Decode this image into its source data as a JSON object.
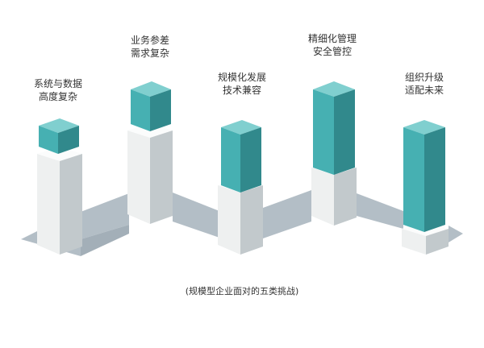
{
  "labels": [
    {
      "line1": "系统与数据",
      "line2": "高度复杂"
    },
    {
      "line1": "业务参差",
      "line2": "需求复杂"
    },
    {
      "line1": "规模化发展",
      "line2": "技术兼容"
    },
    {
      "line1": "精细化管理",
      "line2": "安全管控"
    },
    {
      "line1": "组织升级",
      "line2": "适配未来"
    }
  ],
  "caption": "(规模型企业面对的五类挑战)",
  "colors": {
    "ribbon": "#b3bec6",
    "ribbon_dark": "#a3afb8",
    "base_front": "#eef0f0",
    "base_side": "#c2c9cc",
    "base_top": "#fbfcfc",
    "teal_front": "#46b0b2",
    "teal_side": "#31898c",
    "teal_top": "#80cfcf"
  }
}
